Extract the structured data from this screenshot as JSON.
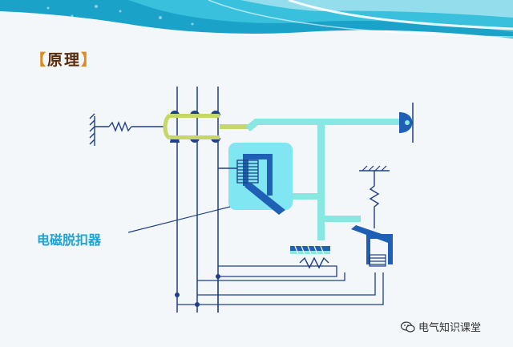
{
  "header": {
    "bracket_left": "【",
    "title": "原理",
    "bracket_right": "】"
  },
  "diagram": {
    "callout_label": "电磁脱扣器"
  },
  "watermark": {
    "text": "电气知识课堂",
    "icon": "wechat-icon"
  },
  "colors": {
    "wave_light": "#9fe0ee",
    "wave_mid": "#3cc3df",
    "wave_dark": "#1aa2c9",
    "wire": "#1f3f8a",
    "bus_cyan": "#88e7e1",
    "bus_yellow": "#c6d66a",
    "magnet_box": "#7fe6f2",
    "mechanism": "#1f5fb5",
    "label": "#1aa4d8",
    "title_bracket": "#e08a1e",
    "title_text": "#5a2a0a"
  }
}
